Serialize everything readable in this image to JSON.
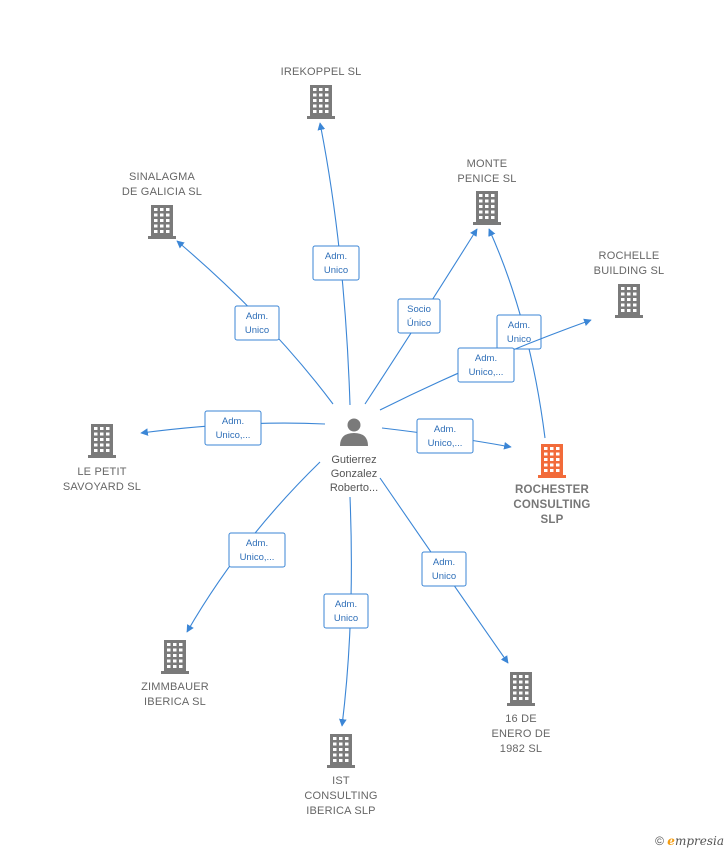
{
  "colors": {
    "edge": "#3b86d6",
    "building": "#7a7a7a",
    "highlight": "#f26b3a"
  },
  "center": {
    "lines": [
      "Gutierrez",
      "Gonzalez",
      "Roberto..."
    ],
    "icon": "person-icon"
  },
  "nodes": [
    {
      "id": "irekoppel",
      "lines": [
        "IREKOPPEL SL"
      ],
      "icon": "building-icon",
      "highlight": false
    },
    {
      "id": "sinalagma",
      "lines": [
        "SINALAGMA",
        "DE GALICIA  SL"
      ],
      "icon": "building-icon",
      "highlight": false
    },
    {
      "id": "monte-penice",
      "lines": [
        "MONTE",
        "PENICE  SL"
      ],
      "icon": "building-icon",
      "highlight": false
    },
    {
      "id": "rochelle",
      "lines": [
        "ROCHELLE",
        "BUILDING  SL"
      ],
      "icon": "building-icon",
      "highlight": false
    },
    {
      "id": "le-petit",
      "lines": [
        "LE PETIT",
        "SAVOYARD  SL"
      ],
      "icon": "building-icon",
      "highlight": false
    },
    {
      "id": "rochester",
      "lines": [
        "ROCHESTER",
        "CONSULTING",
        "SLP"
      ],
      "icon": "building-icon",
      "highlight": true
    },
    {
      "id": "zimmbauer",
      "lines": [
        "ZIMMBAUER",
        "IBERICA  SL"
      ],
      "icon": "building-icon",
      "highlight": false
    },
    {
      "id": "ist",
      "lines": [
        "IST",
        "CONSULTING",
        "IBERICA  SLP"
      ],
      "icon": "building-icon",
      "highlight": false
    },
    {
      "id": "enero",
      "lines": [
        "16 DE",
        "ENERO DE",
        "1982 SL"
      ],
      "icon": "building-icon",
      "highlight": false
    }
  ],
  "edges": [
    {
      "to": "irekoppel",
      "label": [
        "Adm.",
        "Unico"
      ]
    },
    {
      "to": "sinalagma",
      "label": [
        "Adm.",
        "Unico"
      ]
    },
    {
      "to": "monte-penice",
      "label": [
        "Socio",
        "Único"
      ]
    },
    {
      "from": "rochester",
      "to": "monte-penice",
      "label": [
        "Adm.",
        "Unico"
      ]
    },
    {
      "to": "rochelle",
      "label": [
        "Adm.",
        "Unico,..."
      ]
    },
    {
      "to": "le-petit",
      "label": [
        "Adm.",
        "Unico,..."
      ]
    },
    {
      "to": "rochester",
      "label": [
        "Adm.",
        "Unico,..."
      ]
    },
    {
      "to": "zimmbauer",
      "label": [
        "Adm.",
        "Unico,..."
      ]
    },
    {
      "to": "ist",
      "label": [
        "Adm.",
        "Unico"
      ]
    },
    {
      "to": "enero",
      "label": [
        "Adm.",
        "Unico"
      ]
    }
  ],
  "footer": {
    "copyright": "©",
    "brand_initial": "e",
    "brand_rest": "mpresia"
  }
}
